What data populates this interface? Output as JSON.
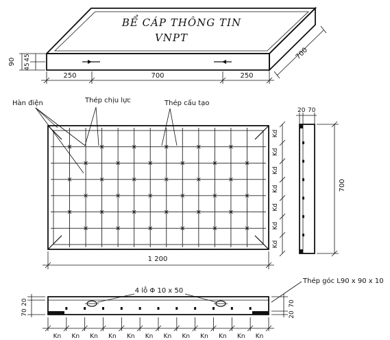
{
  "cover_title": {
    "line1": "BỂ CÁP THÔNG TIN",
    "line2": "VNPT"
  },
  "top_view_dims": {
    "bottom": [
      "250",
      "700",
      "250"
    ],
    "depth": "700",
    "height_total": "90",
    "height_parts": [
      "45",
      "45"
    ]
  },
  "plan_labels": {
    "weld": "Hàn điện",
    "main_steel": "Thép chịu lực",
    "struct_steel": "Thép cấu tạo",
    "length": "1 200"
  },
  "side_section": {
    "top_dims": [
      "20",
      "70"
    ],
    "height": "700",
    "kd_label": "Kd",
    "kd_count": 7
  },
  "angle_steel_label": "Thép góc L90 x 90 x 10",
  "bottom_section": {
    "hole_label": "4 lỗ  Φ 10  x 50",
    "left_dims": [
      "20",
      "70"
    ],
    "right_dims": [
      "70",
      "20"
    ],
    "kn_label": "Kn",
    "kn_count": 12
  }
}
